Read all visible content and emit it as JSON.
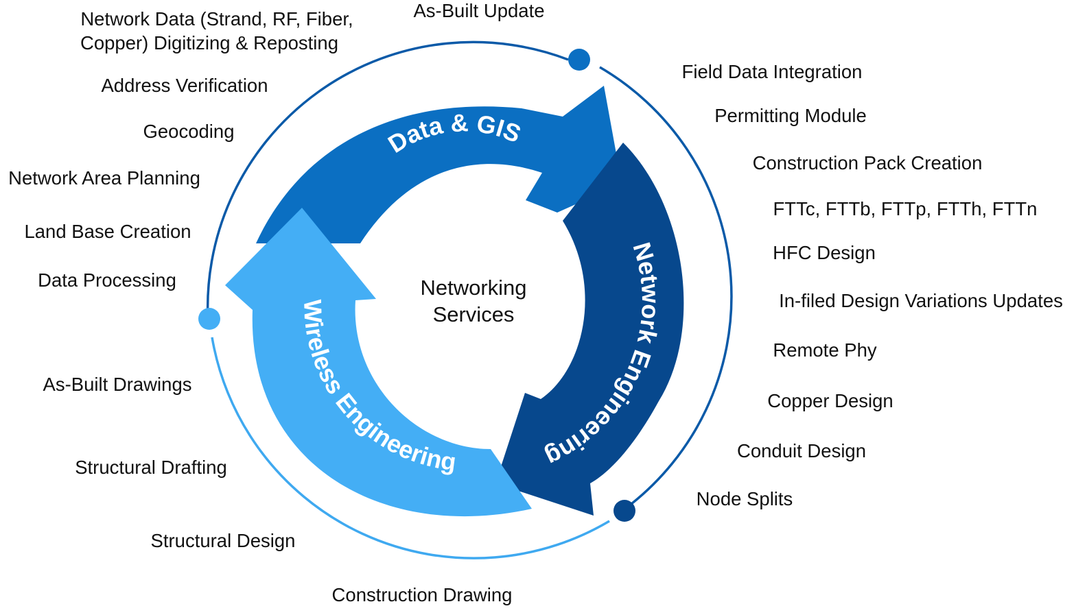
{
  "center": {
    "line1": "Networking",
    "line2": "Services"
  },
  "segments": {
    "data_gis": {
      "label": "Data & GIS",
      "color": "#0B6FC2"
    },
    "network_engineering": {
      "label": "Network Engineering",
      "color": "#07488D"
    },
    "wireless_engineering": {
      "label": "Wireless Engineering",
      "color": "#44AEF5"
    }
  },
  "top_label": "As-Built Update",
  "bottom_label": "Construction Drawing",
  "left_upper_labels": {
    "network_data_line1": "Network Data (Strand, RF, Fiber,",
    "network_data_line2": "Copper) Digitizing & Reposting",
    "address_verification": "Address Verification",
    "geocoding": "Geocoding",
    "network_area_planning": "Network Area Planning",
    "land_base_creation": "Land Base Creation",
    "data_processing": "Data Processing"
  },
  "left_lower_labels": {
    "as_built_drawings": "As-Built Drawings",
    "structural_drafting": "Structural Drafting",
    "structural_design": "Structural Design"
  },
  "right_labels": {
    "field_data_integration": "Field Data Integration",
    "permitting_module": "Permitting Module",
    "construction_pack_creation": "Construction Pack Creation",
    "ftt_variants": "FTTc, FTTb, FTTp, FTTh, FTTn",
    "hfc_design": "HFC Design",
    "infiled_design_variations": "In-filed Design Variations Updates",
    "remote_phy": "Remote Phy",
    "copper_design": "Copper Design",
    "conduit_design": "Conduit Design",
    "node_splits": "Node Splits"
  },
  "colors": {
    "ring_dark": "#0B5AA8",
    "ring_light": "#3FA9F0",
    "dot_top": "#0B6FC2",
    "dot_right": "#07488D",
    "dot_left": "#44AEF5"
  }
}
